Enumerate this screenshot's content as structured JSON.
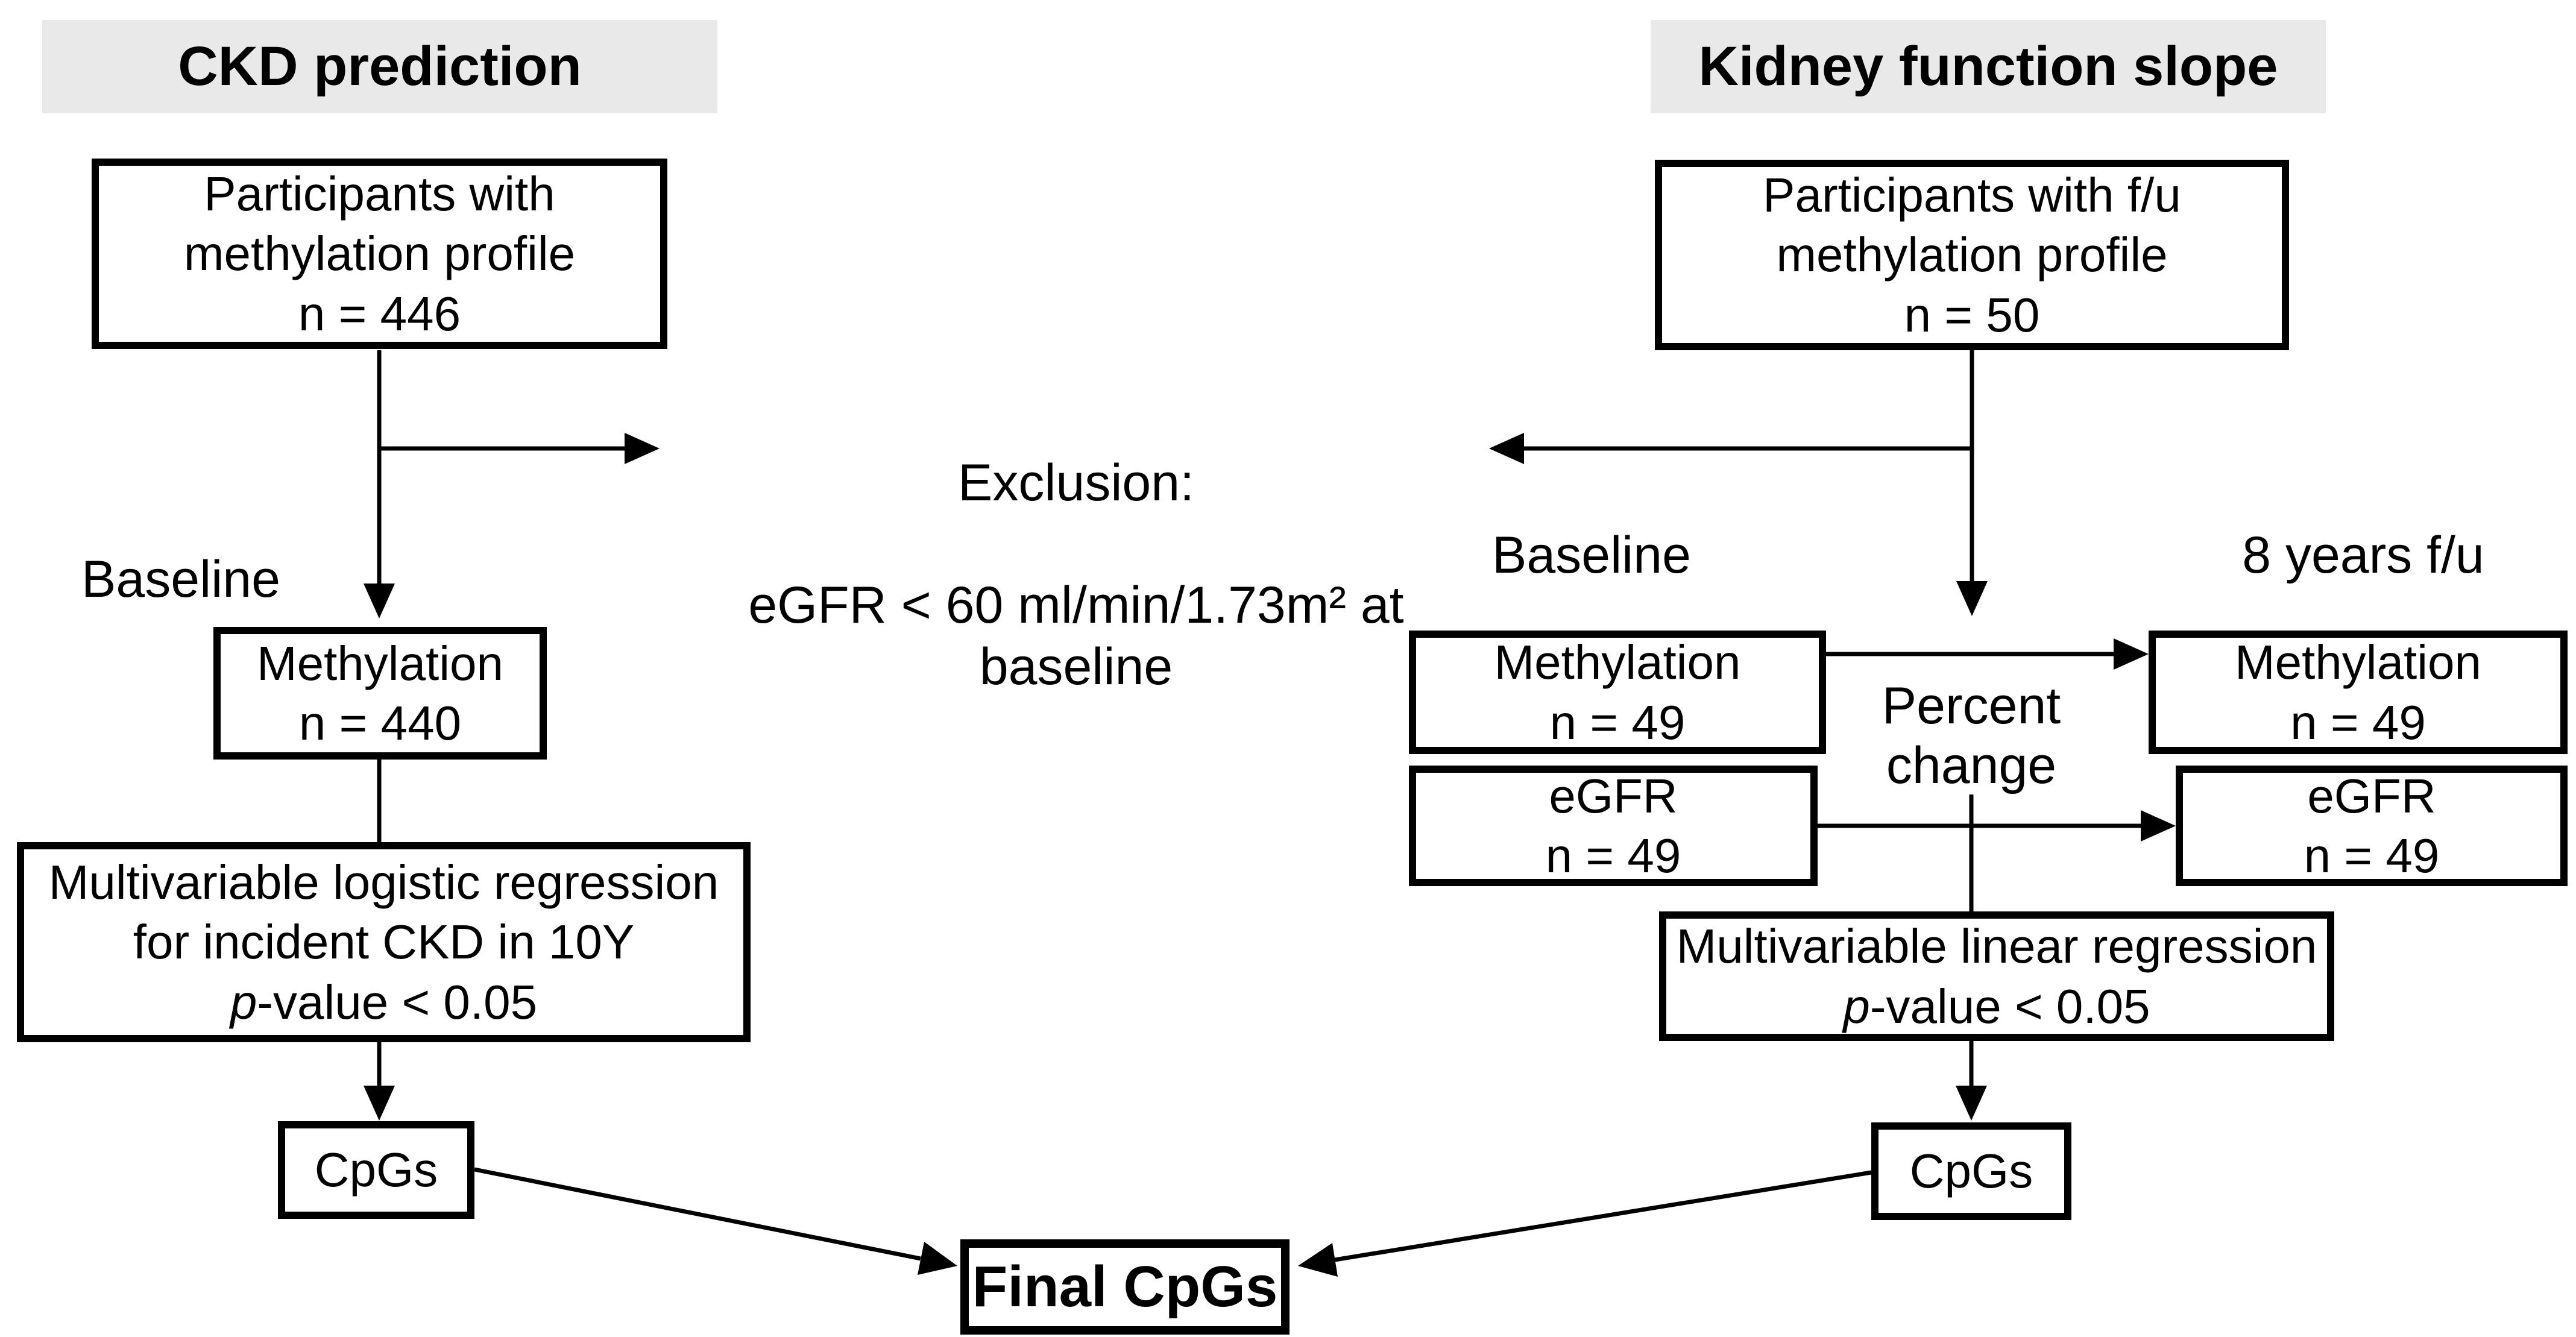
{
  "colors": {
    "background": "#ffffff",
    "header_bg": "#e9e9e9",
    "ink": "#000000"
  },
  "left_branch": {
    "header": "CKD prediction",
    "participants_box": "Participants with\nmethylation profile\nn = 446",
    "baseline_label": "Baseline",
    "methylation_box": "Methylation\nn = 440",
    "regression_line1": "Multivariable logistic regression",
    "regression_line2": "for incident CKD in 10Y",
    "regression_p_italic": "p",
    "regression_p_rest": "-value < 0.05",
    "cpgs_box": "CpGs"
  },
  "exclusion_note": {
    "line1": "Exclusion:",
    "line2": "eGFR < 60 ml/min/1.73m² at baseline"
  },
  "right_branch": {
    "header": "Kidney function slope",
    "participants_box": "Participants with f/u\nmethylation profile\nn = 50",
    "baseline_label": "Baseline",
    "followup_label": "8 years f/u",
    "methylation_baseline_box": "Methylation\nn = 49",
    "methylation_followup_box": "Methylation\nn = 49",
    "percent_change_label": "Percent\nchange",
    "egfr_baseline_box": "eGFR\nn = 49",
    "egfr_followup_box": "eGFR\nn = 49",
    "regression_line1": "Multivariable linear regression",
    "regression_p_italic": "p",
    "regression_p_rest": "-value < 0.05",
    "cpgs_box": "CpGs"
  },
  "final_box_label": "Final CpGs"
}
